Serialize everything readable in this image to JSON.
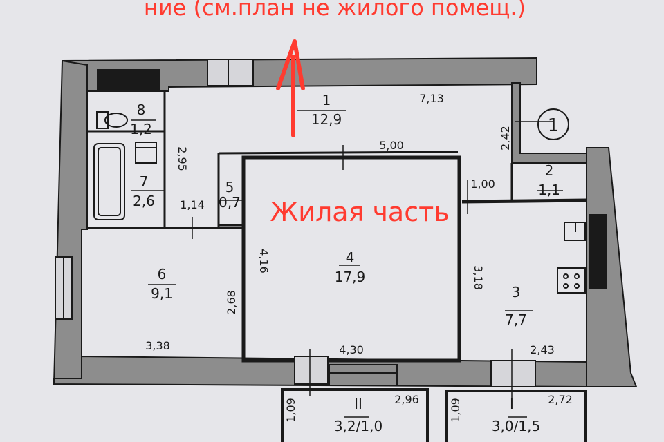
{
  "header_text": "ние (см.план не жилого помещ.)",
  "zone_label": "Жилая часть",
  "colors": {
    "wall": "#8d8d8d",
    "wall_stroke": "#1a1a1a",
    "annotation": "#ff3b30",
    "paper": "#e6e6ea"
  },
  "circle_label": "1",
  "rooms": [
    {
      "id": "r1",
      "num": "1",
      "area": "12,9"
    },
    {
      "id": "r2",
      "num": "2",
      "area": "1,1"
    },
    {
      "id": "r3",
      "num": "3",
      "area": "7,7"
    },
    {
      "id": "r4",
      "num": "4",
      "area": "17,9"
    },
    {
      "id": "r5",
      "num": "5",
      "area": "0,7"
    },
    {
      "id": "r6",
      "num": "6",
      "area": "9,1"
    },
    {
      "id": "r7",
      "num": "7",
      "area": "2,6"
    },
    {
      "id": "r8",
      "num": "8",
      "area": "1,2"
    }
  ],
  "balconies": [
    {
      "id": "b2",
      "num": "II",
      "area": "3,2/1,0",
      "dim_w": "2,96",
      "dim_h": "1,09"
    },
    {
      "id": "b1",
      "num": "I",
      "area": "3,0/1,5",
      "dim_w": "2,72",
      "dim_h": "1,09"
    }
  ],
  "dimensions": {
    "d713": "7,13",
    "d500": "5,00",
    "d242": "2,42",
    "d100": "1,00",
    "d295": "2,95",
    "d114": "1,14",
    "d416": "4,16",
    "d268": "2,68",
    "d318": "3,18",
    "d338": "3,38",
    "d430": "4,30",
    "d243": "2,43"
  }
}
